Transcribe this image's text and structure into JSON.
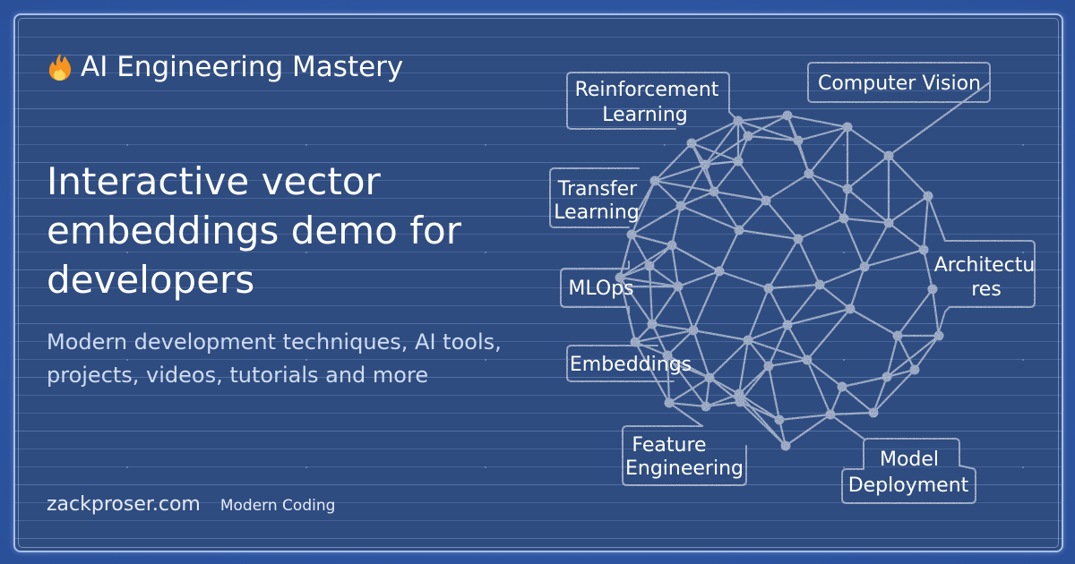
{
  "header": {
    "icon": "fire-icon",
    "title": "AI Engineering Mastery"
  },
  "main": {
    "headline": "Interactive vector embeddings demo for developers",
    "description": "Modern development techniques, AI tools, projects, videos, tutorials and more"
  },
  "footer": {
    "domain": "zackproser.com",
    "brand": "Modern Coding"
  },
  "graphic": {
    "type": "chalk-network-sphere",
    "labels": [
      {
        "id": "reinforcement-learning",
        "text_lines": [
          "Reinforcement",
          "Learning"
        ]
      },
      {
        "id": "computer-vision",
        "text_lines": [
          "Computer Vision"
        ]
      },
      {
        "id": "transfer-learning",
        "text_lines": [
          "Transfer",
          "Learning"
        ]
      },
      {
        "id": "mlops",
        "text_lines": [
          "MLOps"
        ]
      },
      {
        "id": "architectures",
        "text_lines": [
          "Architectu",
          "res"
        ]
      },
      {
        "id": "embeddings",
        "text_lines": [
          "Embeddings"
        ]
      },
      {
        "id": "feature-engineering",
        "text_lines": [
          "Feature",
          "Engineering"
        ]
      },
      {
        "id": "model-deployment",
        "text_lines": [
          "Model",
          "Deployment"
        ]
      }
    ]
  },
  "colors": {
    "page_background": "#2f58a2",
    "card_background": "#2f4c80",
    "card_border": "#a9c0ea",
    "text_primary": "#ffffff",
    "text_secondary": "#cfdcf4",
    "chalk": "#f2f4f8",
    "fire_orange": "#f7931e",
    "fire_yellow": "#fdd75b"
  }
}
